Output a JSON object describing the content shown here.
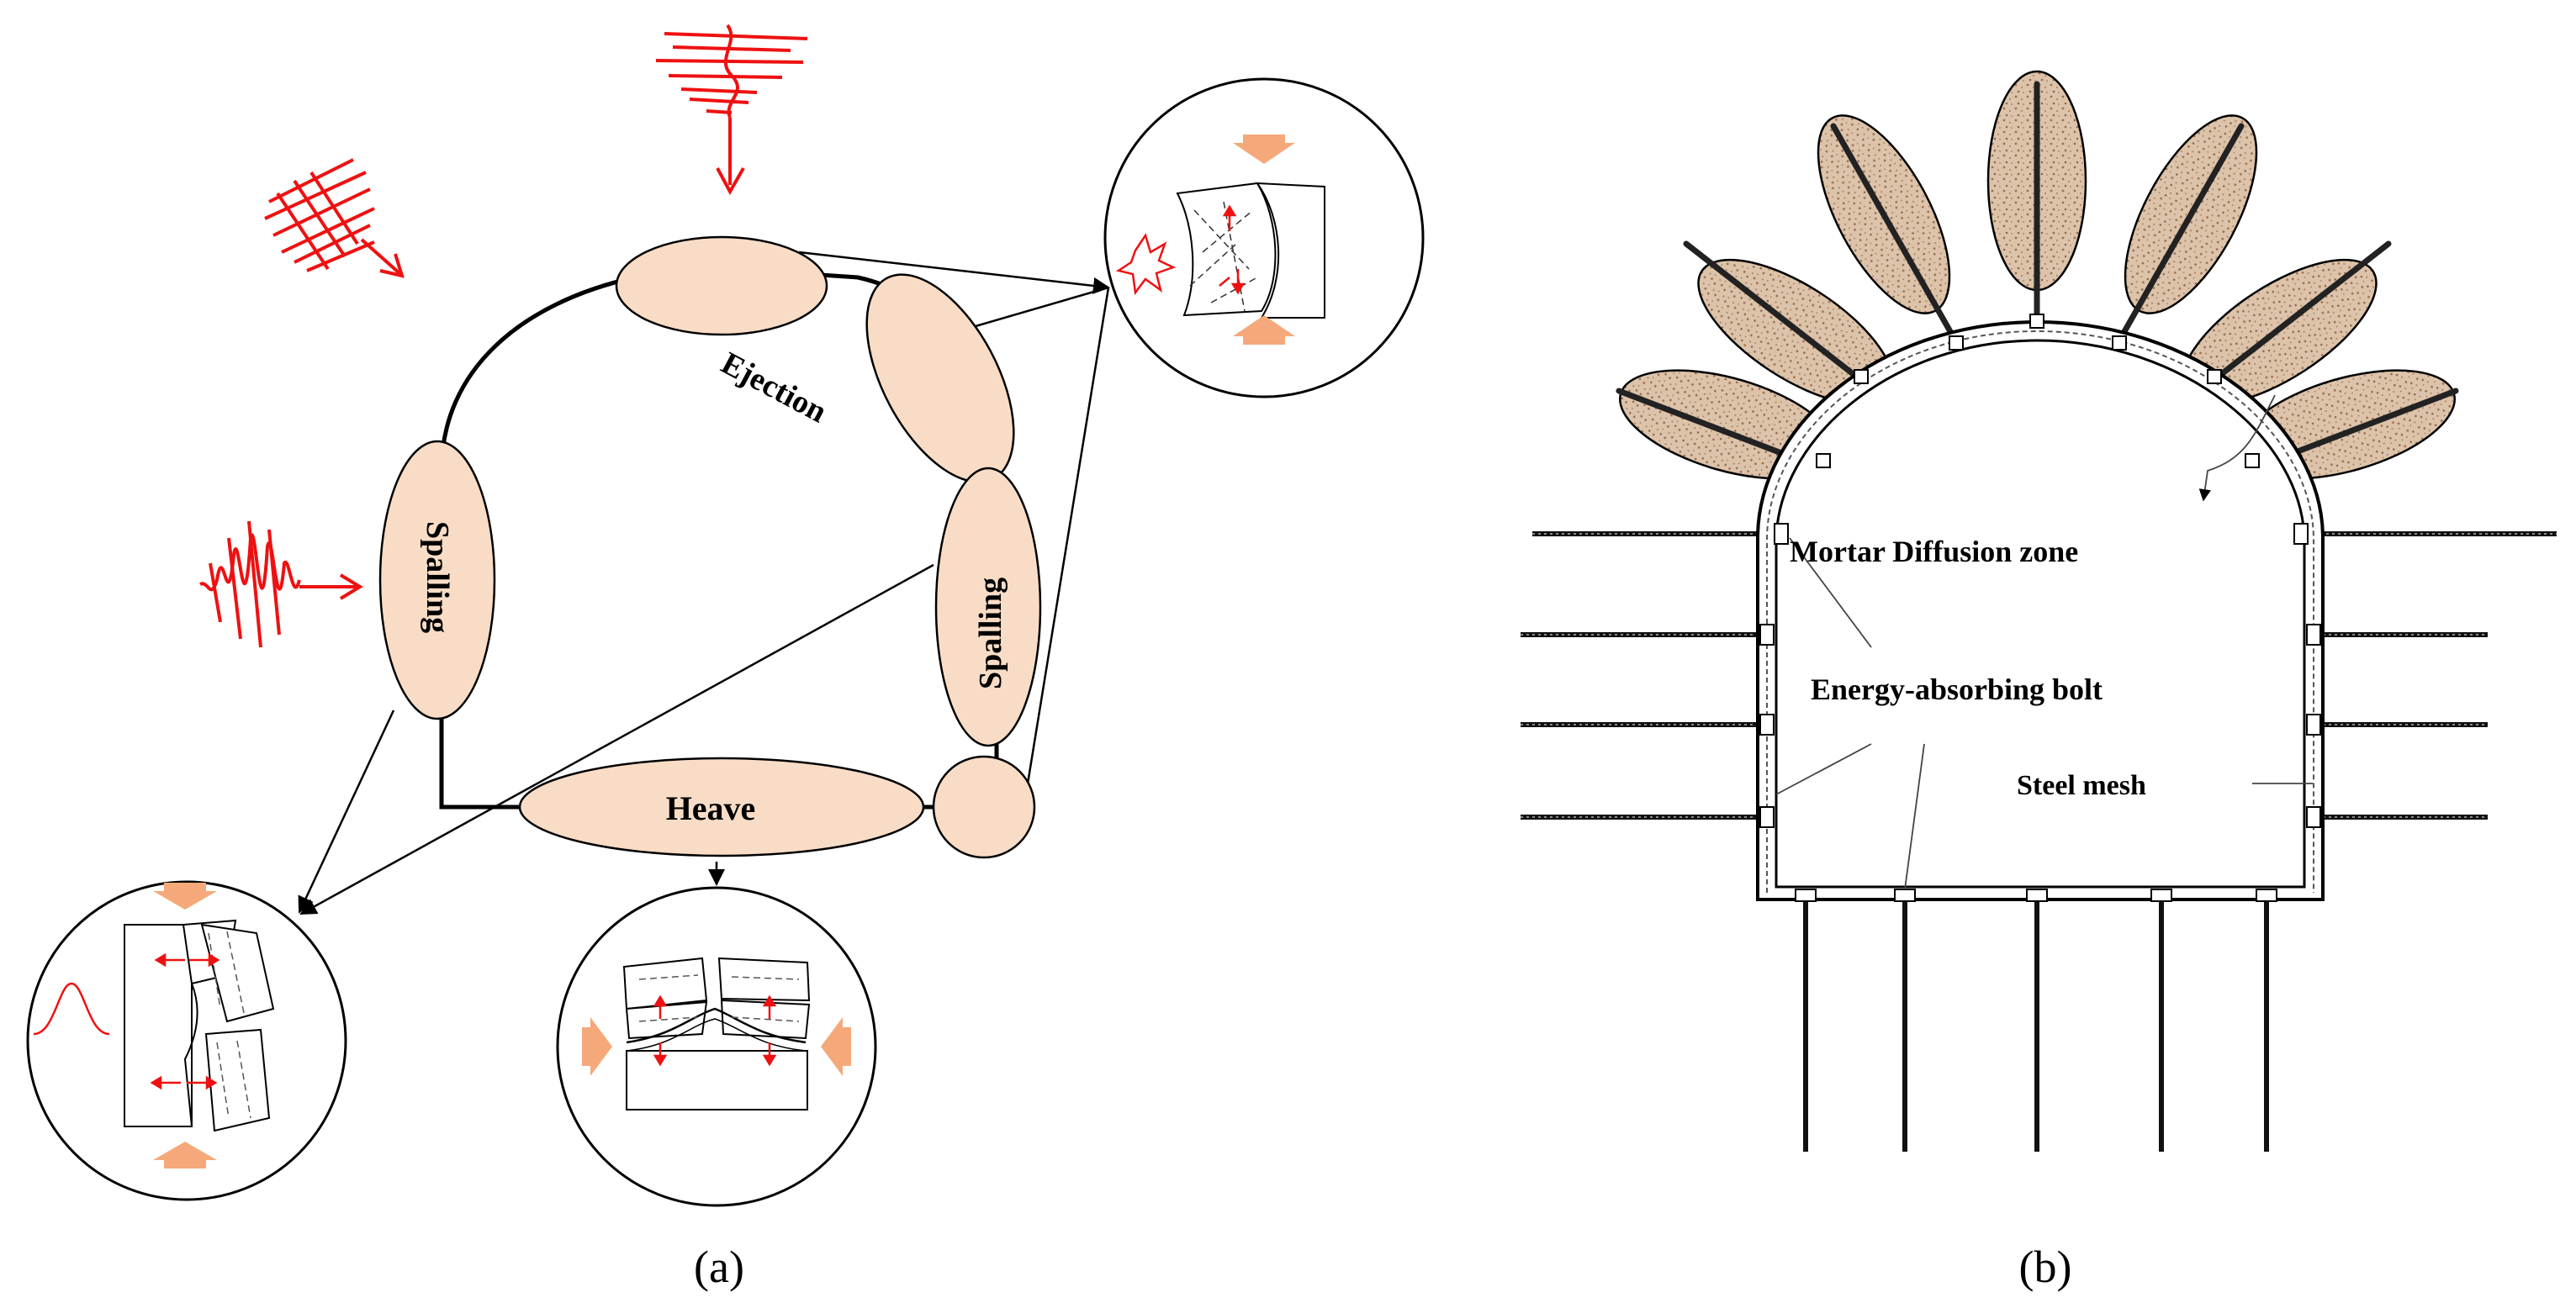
{
  "panel_a": {
    "caption": "(a)",
    "labels": {
      "ejection": "Ejection",
      "spalling_left": "Spalling",
      "spalling_right": "Spalling",
      "heave": "Heave"
    }
  },
  "panel_b": {
    "caption": "(b)",
    "labels": {
      "mortar": "Mortar Diffusion zone",
      "bolt": "Energy-absorbing bolt",
      "mesh": "Steel mesh"
    }
  },
  "colors": {
    "zone_fill": "#f8dcc6",
    "wave_red": "#ee1111",
    "arrow_orange": "#f5a97a",
    "grout_fill": "#d9bca1"
  }
}
